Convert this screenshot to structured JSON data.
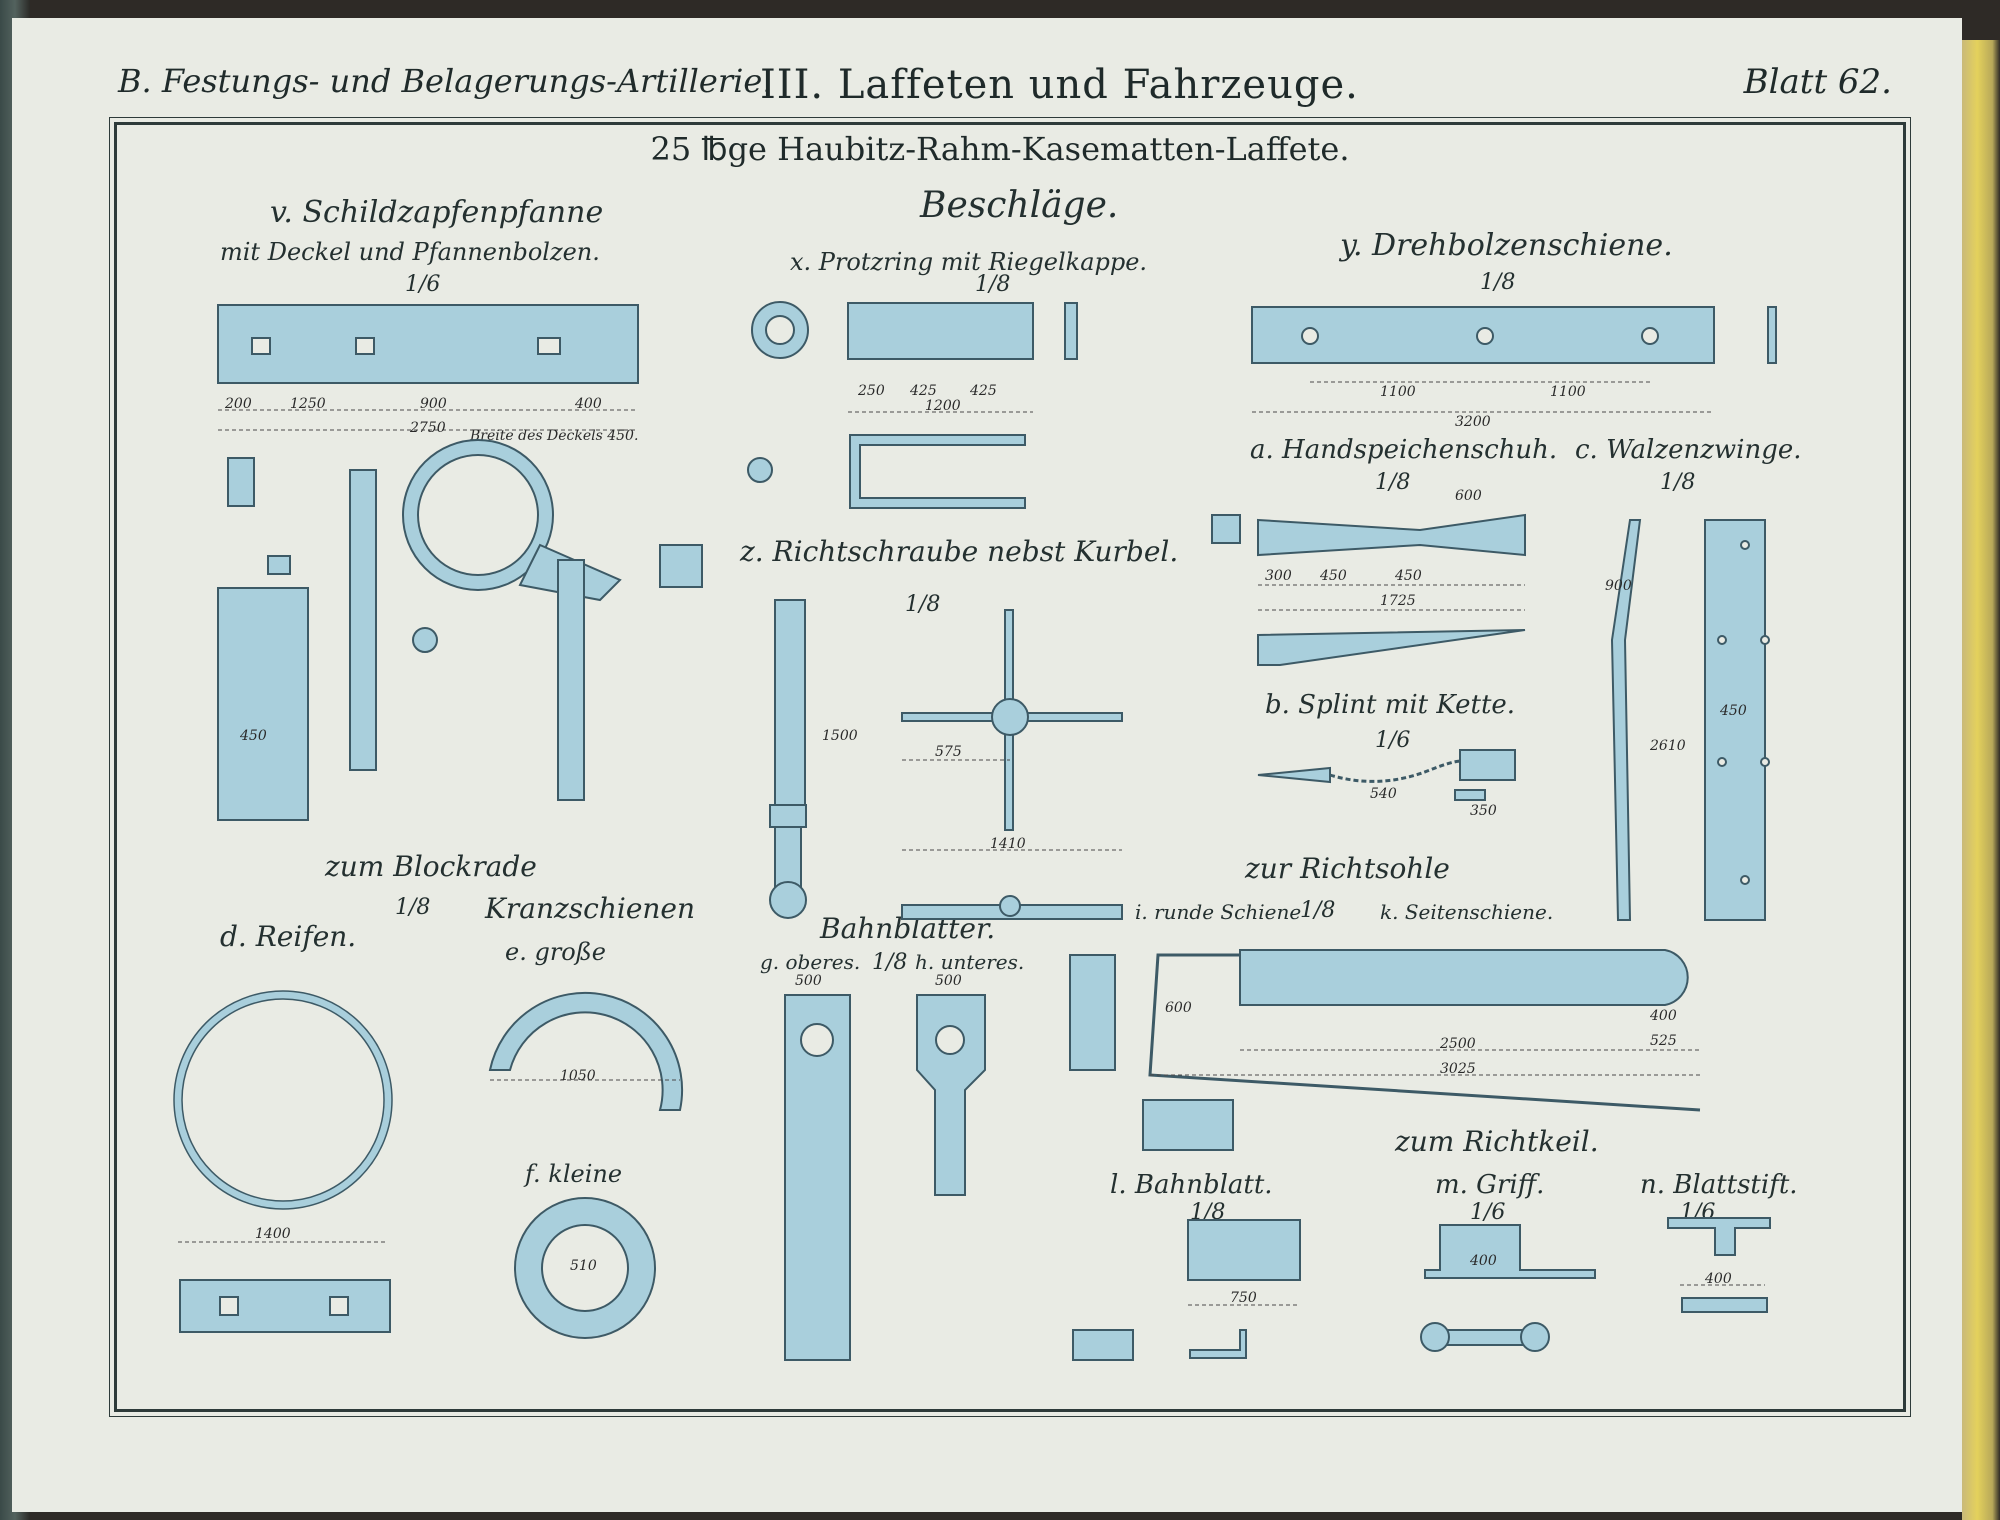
{
  "header": {
    "left": "B. Festungs- und Belagerungs-Artillerie.",
    "center": "III. Laffeten und Fahrzeuge.",
    "right": "Blatt 62."
  },
  "title": "25 ℔ge Haubitz-Rahm-Kasematten-Laffete.",
  "sections": {
    "beschlaege": "Beschläge.",
    "v": "v. Schildzapfenpfanne",
    "v_sub": "mit Deckel und Pfannenbolzen.",
    "v_scale": "1/6",
    "x": "x. Protzring mit Riegelkappe.",
    "x_scale": "1/8",
    "y": "y. Drehbolzenschiene.",
    "y_scale": "1/8",
    "z": "z. Richtschraube nebst Kurbel.",
    "z_scale": "1/8",
    "a": "a. Handspeichenschuh.",
    "a_scale": "1/8",
    "b": "b. Splint mit Kette.",
    "b_scale": "1/6",
    "c": "c. Walzenzwinge.",
    "c_scale": "1/8",
    "zum_blockrade": "zum Blockrade",
    "blockrade_scale": "1/8",
    "d": "d. Reifen.",
    "kranzschienen": "Kranzschienen",
    "e": "e. große",
    "f": "f. kleine",
    "bahnblaetter": "Bahnblätter.",
    "g": "g. oberes.",
    "bahn_scale": "1/8",
    "h": "h. unteres.",
    "zur_richtsohle": "zur Richtsohle",
    "i": "i. runde Schiene",
    "richtsohle_scale": "1/8",
    "k": "k. Seitenschiene.",
    "zum_richtkeil": "zum Richtkeil.",
    "l": "l. Bahnblatt.",
    "l_scale": "1/8",
    "m": "m. Griff.",
    "m_scale": "1/6",
    "n": "n. Blattstift.",
    "n_scale": "1/6"
  },
  "dims": {
    "v1": "200",
    "v2": "1250",
    "v3": "900",
    "v4": "400",
    "v5": "2750",
    "v6": "Breite des Deckels 450.",
    "v7": "450",
    "x1": "1200",
    "x2": "250",
    "x3": "425",
    "x4": "425",
    "y1": "1100",
    "y2": "1100",
    "y3": "3200",
    "z1": "575",
    "z2": "1410",
    "z3": "1500",
    "a1": "600",
    "a2": "300",
    "a3": "450",
    "a4": "450",
    "a5": "1725",
    "b1": "540",
    "b2": "350",
    "c1": "900",
    "c2": "2610",
    "c3": "450",
    "d1": "1400",
    "e1": "1050",
    "f1": "510",
    "g1": "500",
    "h1": "500",
    "k1": "2500",
    "k2": "3025",
    "k3": "400",
    "k4": "525",
    "k5": "600",
    "l1": "750",
    "m1": "400",
    "n1": "400"
  }
}
